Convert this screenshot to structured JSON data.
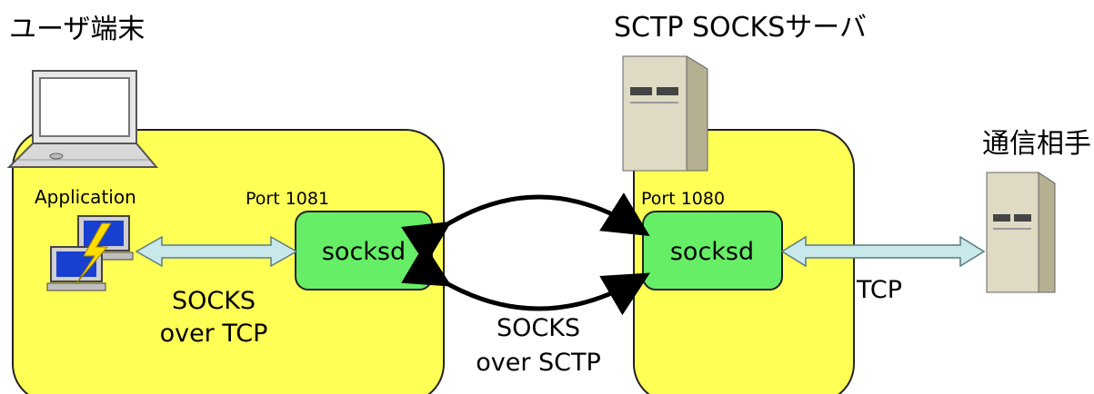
{
  "labels": {
    "user_terminal": "ユーザ端末",
    "socks_server": "SCTP SOCKSサーバ",
    "peer": "通信相手",
    "application": "Application",
    "port_left": "Port 1081",
    "port_right": "Port 1080",
    "socksd_left": "socksd",
    "socksd_right": "socksd",
    "socks_tcp_line1": "SOCKS",
    "socks_tcp_line2": "over TCP",
    "socks_sctp_line1": "SOCKS",
    "socks_sctp_line2": "over SCTP",
    "tcp": "TCP"
  },
  "colors": {
    "zone_fill": "#ffff55",
    "socksd_fill": "#66ee66",
    "arrow_light_fill": "#c8e8ec",
    "arrow_dark": "#000000"
  },
  "icons": {
    "laptop": "laptop-icon",
    "app": "networked-computers-icon",
    "server": "server-tower-icon",
    "peer": "server-tower-icon"
  }
}
